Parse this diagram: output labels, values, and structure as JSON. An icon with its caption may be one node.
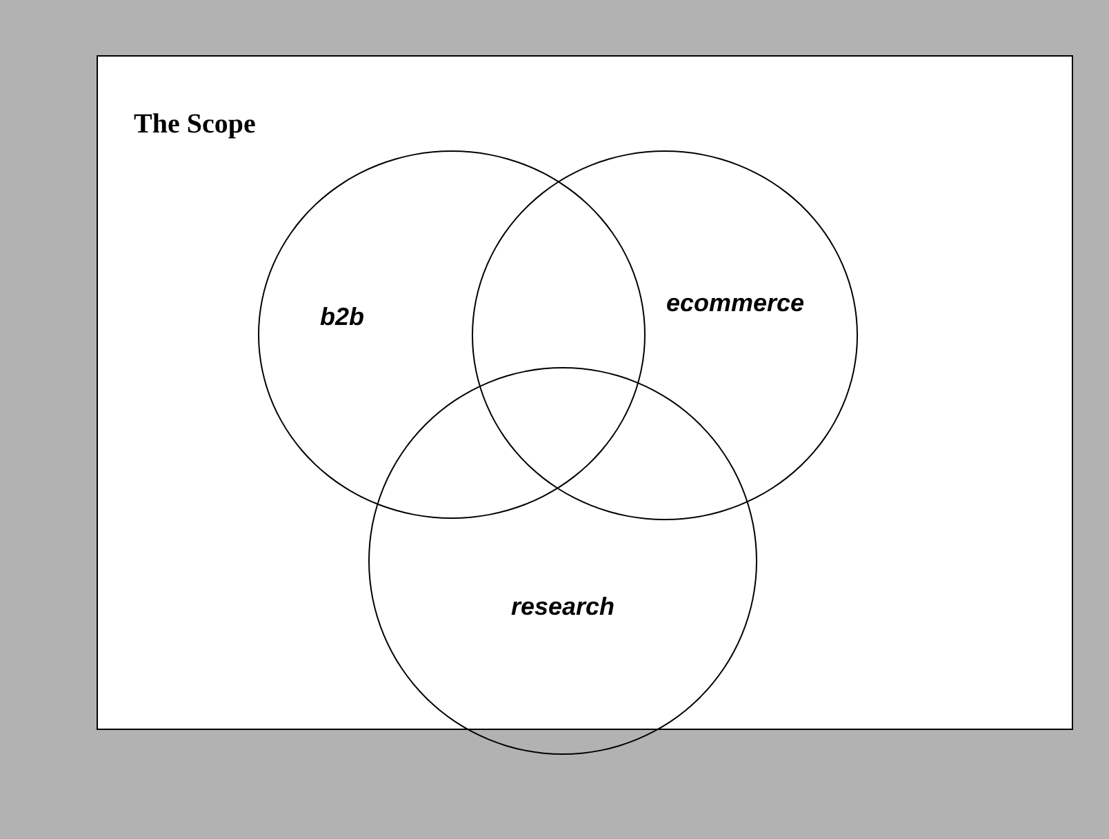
{
  "diagram": {
    "title": "The Scope",
    "nodes": [
      {
        "text": [
          "b2b"
        ]
      },
      {
        "text": [
          "ecommerce"
        ]
      },
      {
        "text": [
          "research"
        ]
      }
    ]
  }
}
